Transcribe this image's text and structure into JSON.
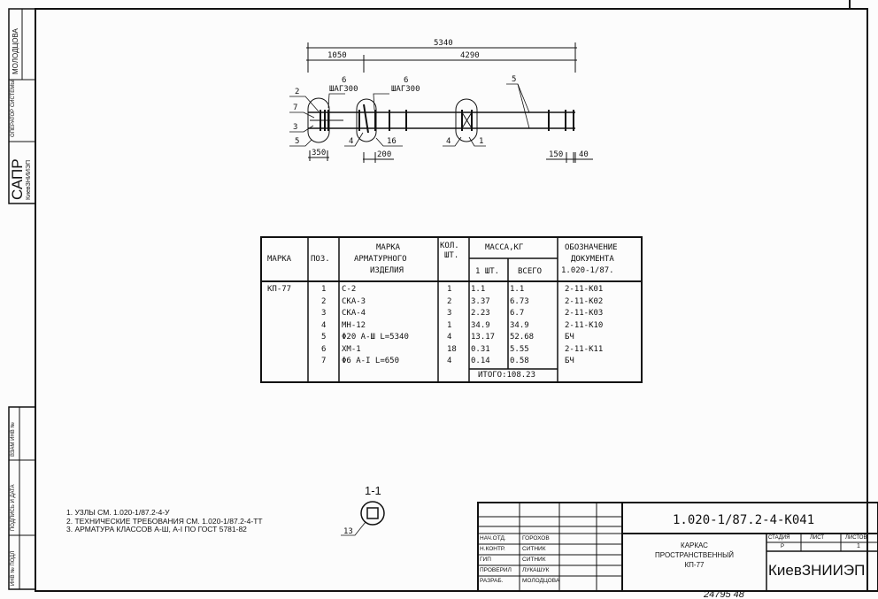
{
  "side_stamp": {
    "name": "МОЛОДЦОВА",
    "role": "ОПЕРАТОР СИСТЕМЫ",
    "sapr": "САПР",
    "org": "КиевЗНИИЭП"
  },
  "side_columns": [
    "ВЗАМ ИНВ №",
    "ПОДПИСЬ И ДАТА",
    "ИНВ № ПОДЛ"
  ],
  "drawing": {
    "dims": [
      "5340",
      "1050",
      "4290",
      "350",
      "200",
      "150",
      "40"
    ],
    "callouts": [
      "2",
      "7",
      "3",
      "5",
      "6",
      "ШАГ300",
      "6",
      "ШАГ300",
      "4",
      "16",
      "4",
      "1",
      "5"
    ],
    "section": "1-1",
    "section_callout": "13"
  },
  "table": {
    "headers": {
      "marka": "МАРКА",
      "pos": "ПОЗ.",
      "item": [
        "МАРКА",
        "АРМАТУРНОГО",
        "ИЗДЕЛИЯ"
      ],
      "qty": [
        "КОЛ.",
        "ШТ."
      ],
      "mass": "МАССА,КГ",
      "mass1": "1 ШТ.",
      "mass_total": "ВСЕГО",
      "doc": [
        "ОБОЗНАЧЕНИЕ",
        "ДОКУМЕНТА",
        "1.020-1/87."
      ]
    },
    "marka": "КП-77",
    "rows": [
      {
        "pos": "1",
        "item": "С-2",
        "qty": "1",
        "m1": "1.1",
        "mt": "1.1",
        "doc": "2-11-К01"
      },
      {
        "pos": "2",
        "item": "СКА-3",
        "qty": "2",
        "m1": "3.37",
        "mt": "6.73",
        "doc": "2-11-К02"
      },
      {
        "pos": "3",
        "item": "СКА-4",
        "qty": "3",
        "m1": "2.23",
        "mt": "6.7",
        "doc": "2-11-К03"
      },
      {
        "pos": "4",
        "item": "МН-12",
        "qty": "1",
        "m1": "34.9",
        "mt": "34.9",
        "doc": "2-11-К10"
      },
      {
        "pos": "5",
        "item": "Φ20 А-Ш L=5340",
        "qty": "4",
        "m1": "13.17",
        "mt": "52.68",
        "doc": "БЧ"
      },
      {
        "pos": "6",
        "item": "ХМ-1",
        "qty": "18",
        "m1": "0.31",
        "mt": "5.55",
        "doc": "2-11-К11"
      },
      {
        "pos": "7",
        "item": "Φ6 А-I L=650",
        "qty": "4",
        "m1": "0.14",
        "mt": "0.58",
        "doc": "БЧ"
      }
    ],
    "total": "ИТОГО:108.23"
  },
  "notes": [
    "1. УЗЛЫ СМ. 1.020-1/87.2-4-У",
    "2. ТЕХНИЧЕСКИЕ ТРЕБОВАНИЯ СМ. 1.020-1/87.2-4-ТТ",
    "3. АРМАТУРА КЛАССОВ А-Ш, А-I ПО ГОСТ 5781-82"
  ],
  "title_block": {
    "code": "1.020-1/87.2-4-К041",
    "roles": [
      "НАЧ.ОТД.",
      "Н.КОНТР.",
      "ГИП",
      "ПРОВЕРИЛ",
      "РАЗРАБ."
    ],
    "names": [
      "ГОРОХОВ",
      "СИТНИК",
      "СИТНИК",
      "ЛУКАШУК",
      "МОЛОДЦОВА"
    ],
    "title": [
      "КАРКАС",
      "ПРОСТРАНСТВЕННЫЙ",
      "КП-77"
    ],
    "stage_label": "СТАДИЯ",
    "sheet_label": "ЛИСТ",
    "sheets_label": "ЛИСТОВ",
    "stage": "Р",
    "sheet": "",
    "sheets": "1",
    "org": "КиевЗНИИЭП"
  },
  "footer_number": "24795  48"
}
